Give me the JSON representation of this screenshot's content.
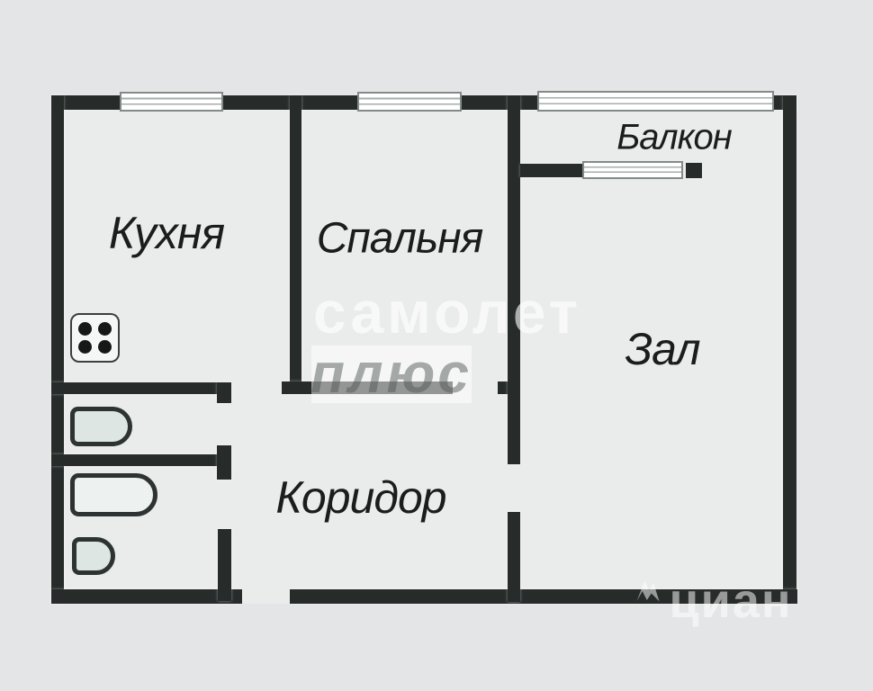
{
  "image_type": "apartment floor plan",
  "colors": {
    "bg": "#e4e5e7",
    "room": "#eaeceb",
    "wall": "#272c2b",
    "label": "#1b1d1c",
    "fixture-stroke": "#2d3332",
    "fixture-fill": "#dee6e3",
    "bathtub-fill": "#edf1ef",
    "stove-fill": "#f5f7f6",
    "window-line": "#a7aeac",
    "window-border": "#838b89"
  },
  "rooms": {
    "kitchen": "Кухня",
    "bedroom": "Спальня",
    "balcony": "Балкон",
    "hall": "Зал",
    "corridor": "Коридор"
  },
  "watermarks": {
    "brand_primary": "самолет",
    "brand_secondary": "плюс",
    "brand_corner": "циан"
  }
}
